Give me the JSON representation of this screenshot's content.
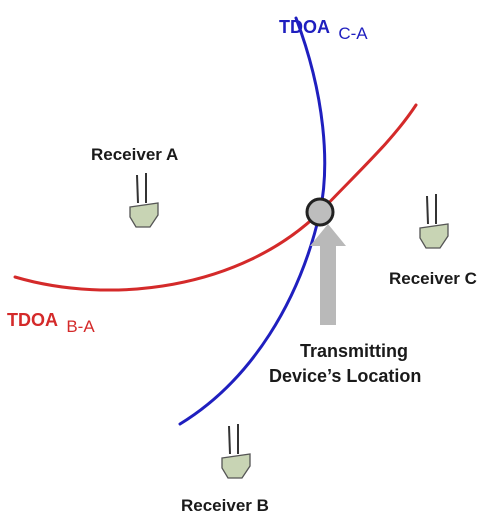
{
  "receivers": {
    "a": "Receiver A",
    "b": "Receiver B",
    "c": "Receiver C"
  },
  "tdoa": {
    "ca": {
      "main": "TDOA",
      "sub": "C-A"
    },
    "ba": {
      "main": "TDOA",
      "sub": "B-A"
    }
  },
  "location_label": {
    "line1": "Transmitting",
    "line2": "Device’s Location"
  },
  "colors": {
    "tdoa_ca": "#1f1fbf",
    "tdoa_ba": "#d42a2a",
    "arrow": "#b9b9b9",
    "receiver": "#c8d4b4",
    "marker_fill": "#bdbdbd"
  },
  "icons": {
    "receiver": "receiver-antenna-icon",
    "marker": "location-marker-icon",
    "arrow": "pointer-arrow-icon"
  }
}
